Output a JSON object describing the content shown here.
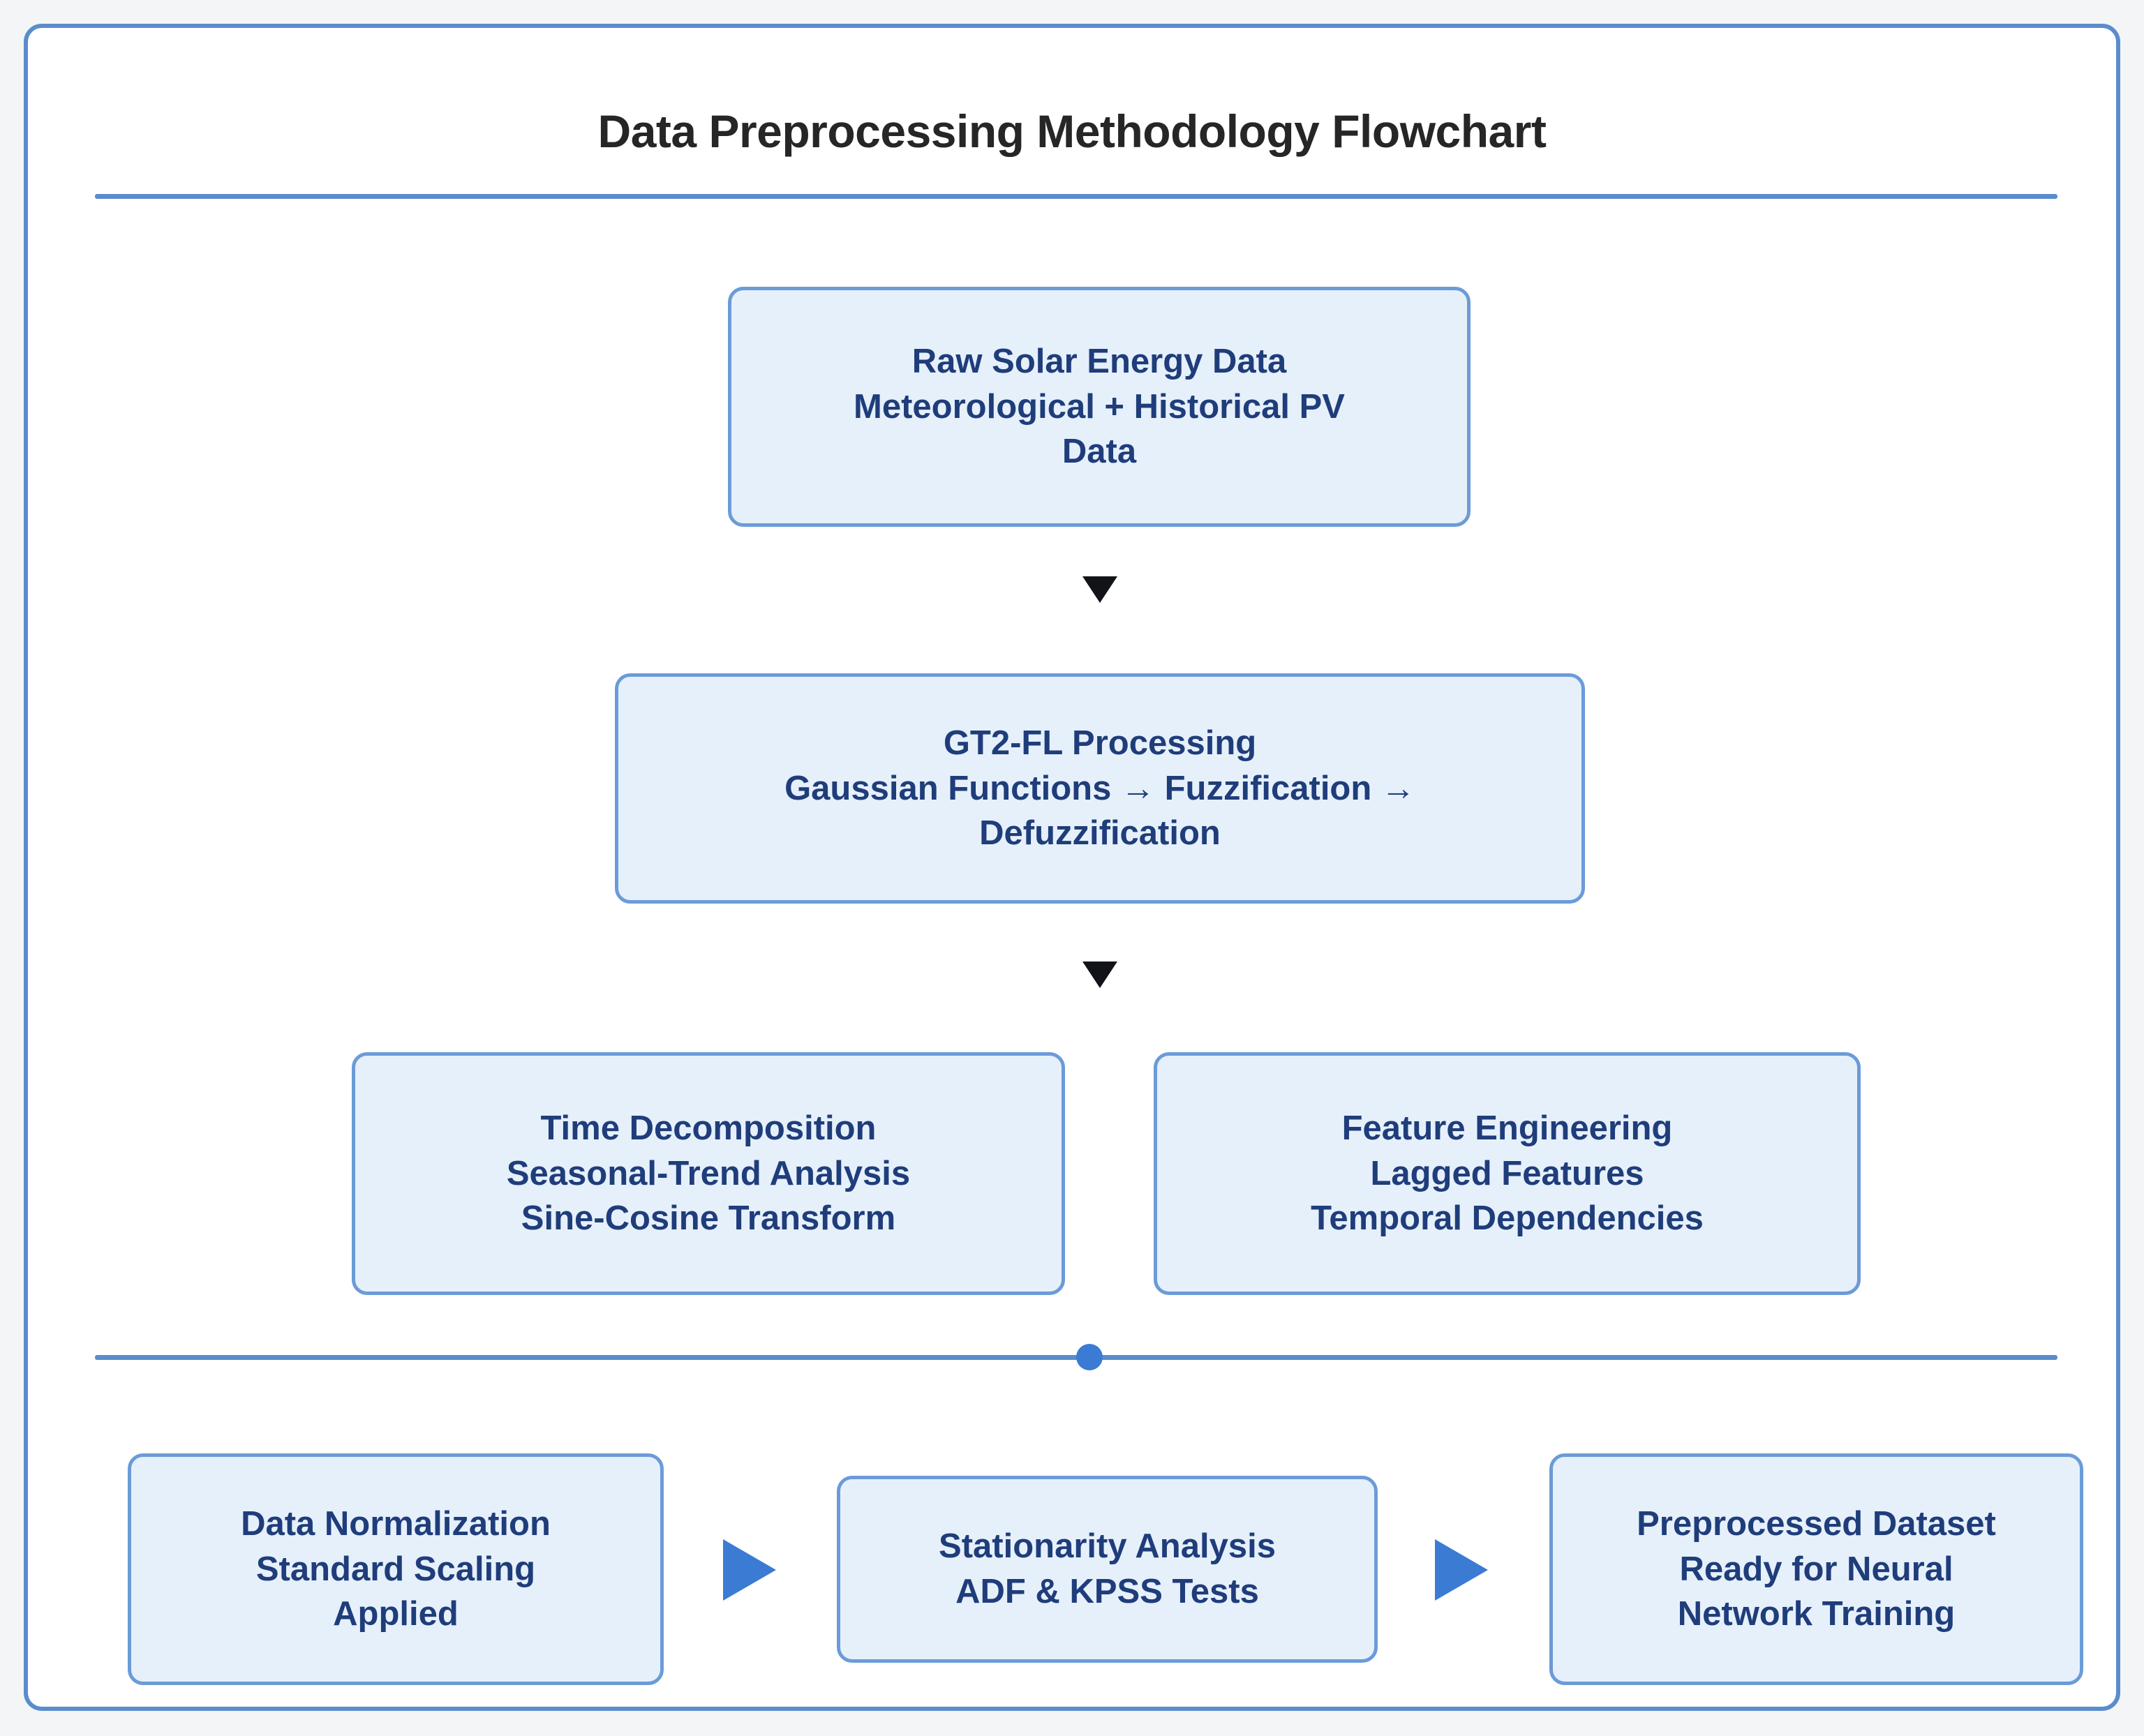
{
  "page": {
    "title": "Data Preprocessing Methodology Flowchart",
    "frame_border_color": "#5b8ccd",
    "background_color": "#f4f5f7",
    "canvas_color": "#ffffff"
  },
  "theme": {
    "box_fill": "#e6f0fb",
    "box_border": "#6b9bd8",
    "box_text": "#1f3d7a",
    "rule_color": "#5b8ccd",
    "junction_dot_color": "#3b7bd4",
    "right_arrow_color": "#3b7bd4",
    "down_arrow_color": "#111318",
    "title_color": "#262626"
  },
  "nodes": {
    "raw_data": {
      "line1": "Raw Solar Energy Data",
      "line2": "Meteorological + Historical PV",
      "line3": "Data"
    },
    "gt2fl": {
      "line1": "GT2-FL Processing",
      "line2": "Gaussian Functions → Fuzzification →",
      "line3": "Defuzzification"
    },
    "time_decomposition": {
      "line1": "Time Decomposition",
      "line2": "Seasonal-Trend Analysis",
      "line3": "Sine-Cosine Transform"
    },
    "feature_engineering": {
      "line1": "Feature Engineering",
      "line2": "Lagged Features",
      "line3": "Temporal Dependencies"
    },
    "data_normalization": {
      "line1": "Data Normalization",
      "line2": "Standard Scaling",
      "line3": "Applied"
    },
    "stationarity_analysis": {
      "line1": "Stationarity Analysis",
      "line2": "ADF & KPSS Tests"
    },
    "preprocessed_dataset": {
      "line1": "Preprocessed Dataset",
      "line2": "Ready for Neural",
      "line3": "Network Training"
    }
  },
  "connectors": {
    "raw_to_gt2fl": "down-arrow-icon",
    "gt2fl_to_split": "down-arrow-icon",
    "normalization_to_stationarity": "right-arrow-icon",
    "stationarity_to_preprocessed": "right-arrow-icon",
    "split_junction": "junction-dot-icon"
  }
}
